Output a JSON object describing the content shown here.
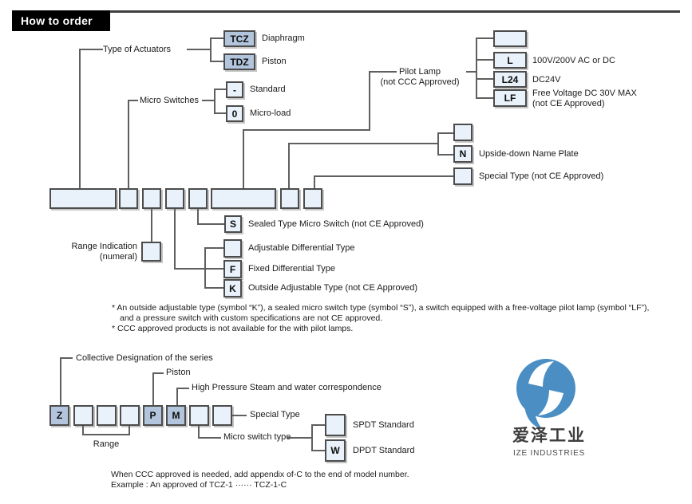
{
  "header": {
    "title": "How to order"
  },
  "colors": {
    "box_light": "#e9f1fa",
    "box_dark": "#b2c5dc",
    "line": "#5f5f5f",
    "header_bg": "#000000",
    "logo_blue": "#4a8ec4"
  },
  "actuators": {
    "label": "Type of Actuators",
    "options": [
      {
        "code": "TCZ",
        "desc": "Diaphragm"
      },
      {
        "code": "TDZ",
        "desc": "Piston"
      }
    ]
  },
  "micro_switches": {
    "label": "Micro Switches",
    "options": [
      {
        "code": "-",
        "desc": "Standard"
      },
      {
        "code": "0",
        "desc": "Micro-load"
      }
    ]
  },
  "pilot_lamp": {
    "label": "Pilot Lamp",
    "sub": "(not CCC Approved)",
    "options": [
      {
        "code": "",
        "desc": ""
      },
      {
        "code": "L",
        "desc": "100V/200V AC or DC"
      },
      {
        "code": "L24",
        "desc": "DC24V"
      },
      {
        "code": "LF",
        "desc": "Free Voltage DC 30V MAX",
        "desc2": "(not CE Approved)"
      }
    ]
  },
  "name_plate": {
    "blank_code": "",
    "code": "N",
    "desc": "Upside-down Name Plate"
  },
  "special_top": {
    "code": "",
    "desc": "Special Type (not CE Approved)"
  },
  "range_indication": {
    "line1": "Range Indication",
    "line2": "(numeral)"
  },
  "sealed": {
    "code": "S",
    "desc": "Sealed Type Micro Switch (not CE Approved)"
  },
  "differential": {
    "options": [
      {
        "code": "",
        "desc": "Adjustable Differential Type"
      },
      {
        "code": "F",
        "desc": "Fixed Differential Type"
      },
      {
        "code": "K",
        "desc": "Outside Adjustable Type (not CE Approved)"
      }
    ]
  },
  "footnotes": {
    "line1": "* An outside adjustable type (symbol “K”), a sealed micro switch type (symbol “S”), a switch equipped with a free-voltage pilot lamp (symbol “LF”),",
    "line2": "and a pressure switch with custom specifications are not CE approved.",
    "line3": "* CCC approved products is not available for the with pilot lamps."
  },
  "series": {
    "collective": "Collective Designation of the series",
    "piston": "Piston",
    "steam": "High Pressure Steam and water correspondence",
    "special": "Special Type",
    "range": "Range",
    "micro_switch_type": "Micro switch type",
    "codes": [
      "Z",
      "",
      "",
      "",
      "P",
      "M",
      "",
      ""
    ],
    "switch_options": [
      {
        "code": "",
        "desc": "SPDT Standard"
      },
      {
        "code": "W",
        "desc": "DPDT Standard"
      }
    ],
    "note1": "When CCC approved is needed, add appendix of-C to the end of model number.",
    "note2": "Example : An approved of TCZ-1 ······ TCZ-1-C"
  },
  "logo": {
    "cn": "爱泽工业",
    "en": "IZE INDUSTRIES"
  }
}
